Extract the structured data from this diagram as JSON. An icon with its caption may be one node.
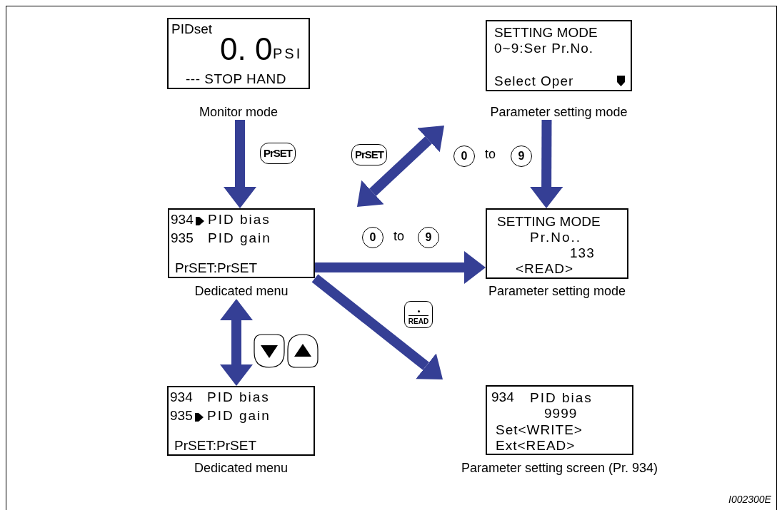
{
  "diagram": {
    "nodes": [
      {
        "text": [
          "PIDset",
          "0. 0",
          "PSI",
          "--- STOP HAND"
        ],
        "beside": [
          "Monitor mode"
        ]
      },
      {
        "text": [
          "SETTING MODE",
          "0~9:Ser Pr.No.",
          "Select Oper"
        ],
        "beside": [
          "Parameter setting mode"
        ]
      },
      {
        "text": [
          "934",
          "PID bias",
          "935",
          "PID gain",
          "PrSET:PrSET"
        ],
        "beside": [
          "Dedicated menu"
        ]
      },
      {
        "text": [
          "SETTING MODE",
          "Pr.No..",
          "133",
          "<READ>"
        ],
        "beside": [
          "Parameter setting mode"
        ]
      },
      {
        "text": [
          "934",
          "PID bias",
          "935",
          "PID gain",
          "PrSET:PrSET"
        ],
        "beside": [
          "Dedicated menu"
        ]
      },
      {
        "text": [
          "934",
          "PID bias",
          "9999",
          "Set<WRITE>",
          "Ext<READ>"
        ],
        "beside": [
          "Parameter setting screen (Pr. 934)"
        ]
      }
    ],
    "edges": [
      {
        "from": 0,
        "to": 2,
        "arrow": "to",
        "label": "PrSET"
      },
      {
        "from": 2,
        "to": 1,
        "arrow": "both",
        "label": "PrSET"
      },
      {
        "from": 1,
        "to": 3,
        "arrow": "to",
        "label": "to"
      },
      {
        "from": 2,
        "to": 3,
        "arrow": "to",
        "label": "to"
      },
      {
        "from": 2,
        "to": 5,
        "arrow": "to",
        "label": "READ"
      },
      {
        "from": 2,
        "to": 4,
        "arrow": "both"
      }
    ],
    "labels": [
      "0",
      "9",
      "0",
      "9",
      "I002300E"
    ]
  }
}
